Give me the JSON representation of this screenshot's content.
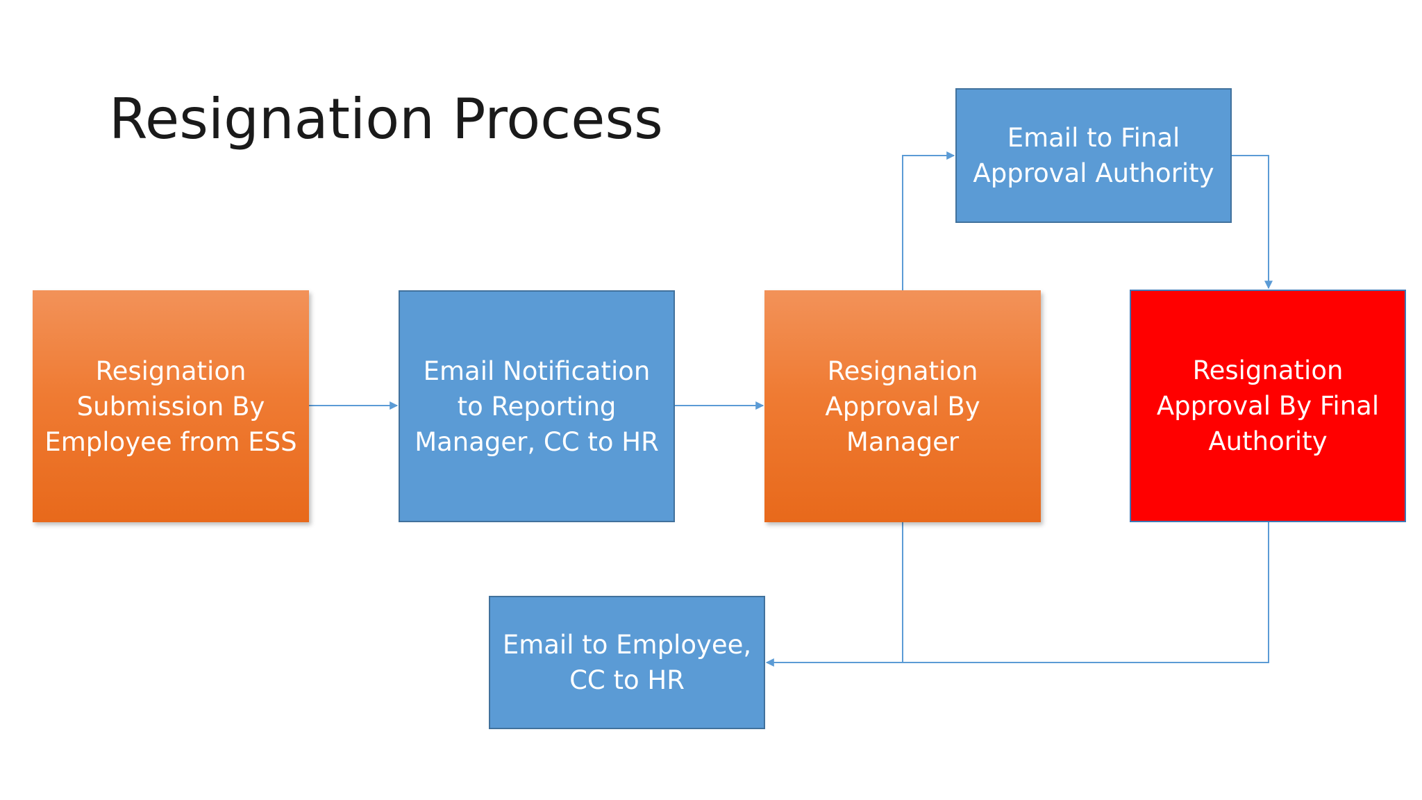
{
  "title": "Resignation Process",
  "colors": {
    "blue_box": "#5b9bd5",
    "orange_box": "#ef7b33",
    "red_box": "#ff0000",
    "connector": "#5b9bd5"
  },
  "steps": {
    "submission": "Resignation Submission By Employee from ESS",
    "notification": "Email Notification to Reporting Manager, CC to HR",
    "manager_approval": "Resignation Approval By Manager",
    "email_final_authority": "Email to Final Approval Authority",
    "final_approval": "Resignation Approval By Final Authority",
    "email_employee": "Email to Employee, CC to HR"
  }
}
